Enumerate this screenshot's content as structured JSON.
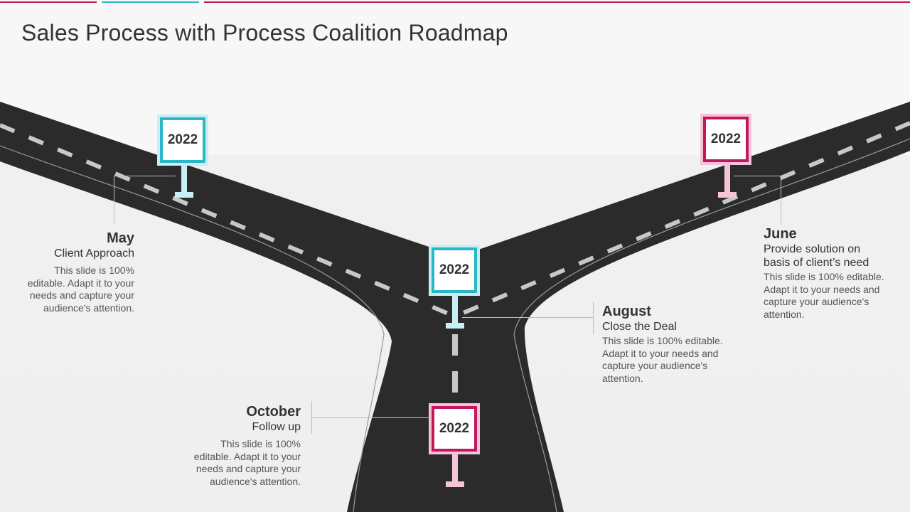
{
  "title": "Sales Process with Process Coalition Roadmap",
  "colors": {
    "teal": "#2bb7c7",
    "teal_light": "#c9eef3",
    "magenta": "#c2185b",
    "pink_light": "#f6c4d9",
    "road": "#2b2b2b"
  },
  "milestones": {
    "may": {
      "year": "2022",
      "month": "May",
      "subtitle": "Client Approach",
      "description": "This slide is 100% editable. Adapt it to your needs and capture your audience's attention."
    },
    "june": {
      "year": "2022",
      "month": "June",
      "subtitle": "Provide solution on basis of client’s need",
      "description": "This slide is 100% editable. Adapt it to your needs and capture your audience's attention."
    },
    "august": {
      "year": "2022",
      "month": "August",
      "subtitle": "Close the Deal",
      "description": "This slide is 100% editable. Adapt it to your needs and capture your audience's attention."
    },
    "october": {
      "year": "2022",
      "month": "October",
      "subtitle": "Follow up",
      "description": "This slide is 100% editable. Adapt it to your needs and capture your audience's attention."
    }
  }
}
